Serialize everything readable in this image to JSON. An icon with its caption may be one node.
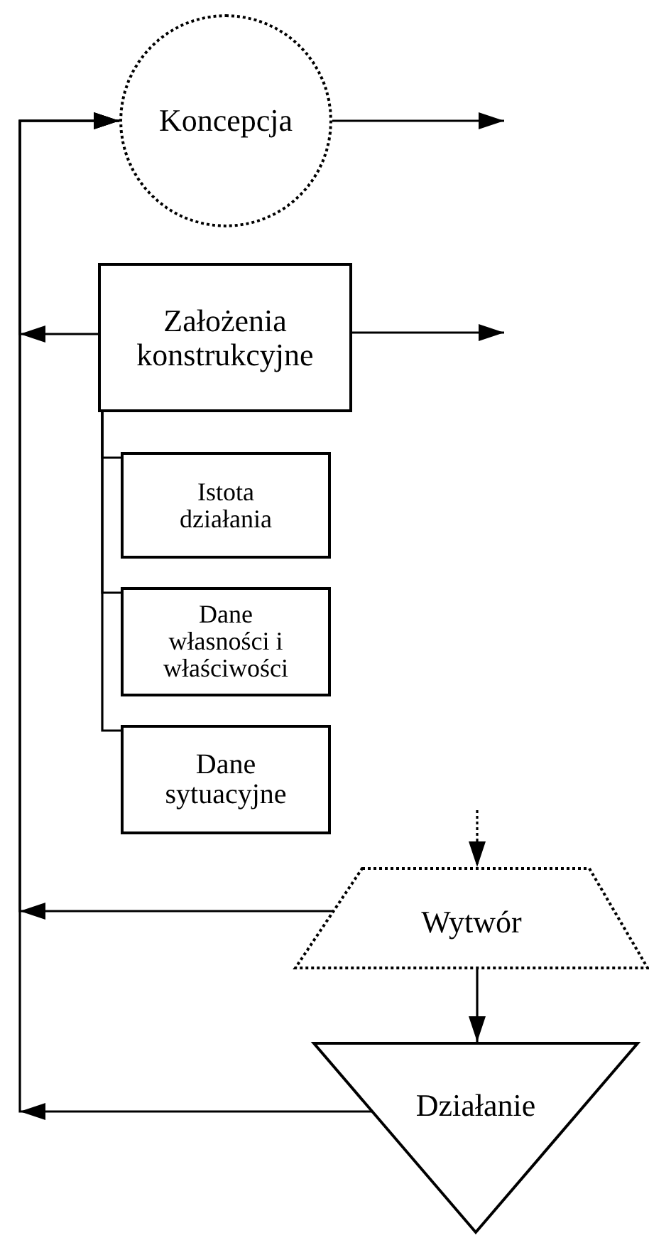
{
  "diagram": {
    "nodes": [
      {
        "text": [
          "Koncepcja"
        ]
      },
      {
        "text": [
          "Założenia konstrukcyjne"
        ]
      },
      {
        "text": [
          "Istota działania"
        ]
      },
      {
        "text": [
          "Dane własności i właściwości"
        ]
      },
      {
        "text": [
          "Dane sytuacyjne"
        ]
      },
      {
        "text": [
          "Wytwór"
        ]
      },
      {
        "text": [
          "Działanie"
        ]
      }
    ],
    "edges": [
      {
        "from": 1,
        "to": 0,
        "arrow": "to"
      },
      {
        "from": 5,
        "to": 0,
        "arrow": "to"
      },
      {
        "from": 6,
        "to": 0,
        "arrow": "to"
      },
      {
        "from": 0,
        "to": null,
        "arrow": "to"
      },
      {
        "from": 1,
        "to": null,
        "arrow": "to"
      },
      {
        "from": 1,
        "to": 2,
        "arrow": "none"
      },
      {
        "from": 1,
        "to": 3,
        "arrow": "none"
      },
      {
        "from": 1,
        "to": 4,
        "arrow": "none"
      },
      {
        "from": null,
        "to": 5,
        "arrow": "to",
        "style": "dashed"
      },
      {
        "from": 5,
        "to": 6,
        "arrow": "to"
      }
    ]
  }
}
